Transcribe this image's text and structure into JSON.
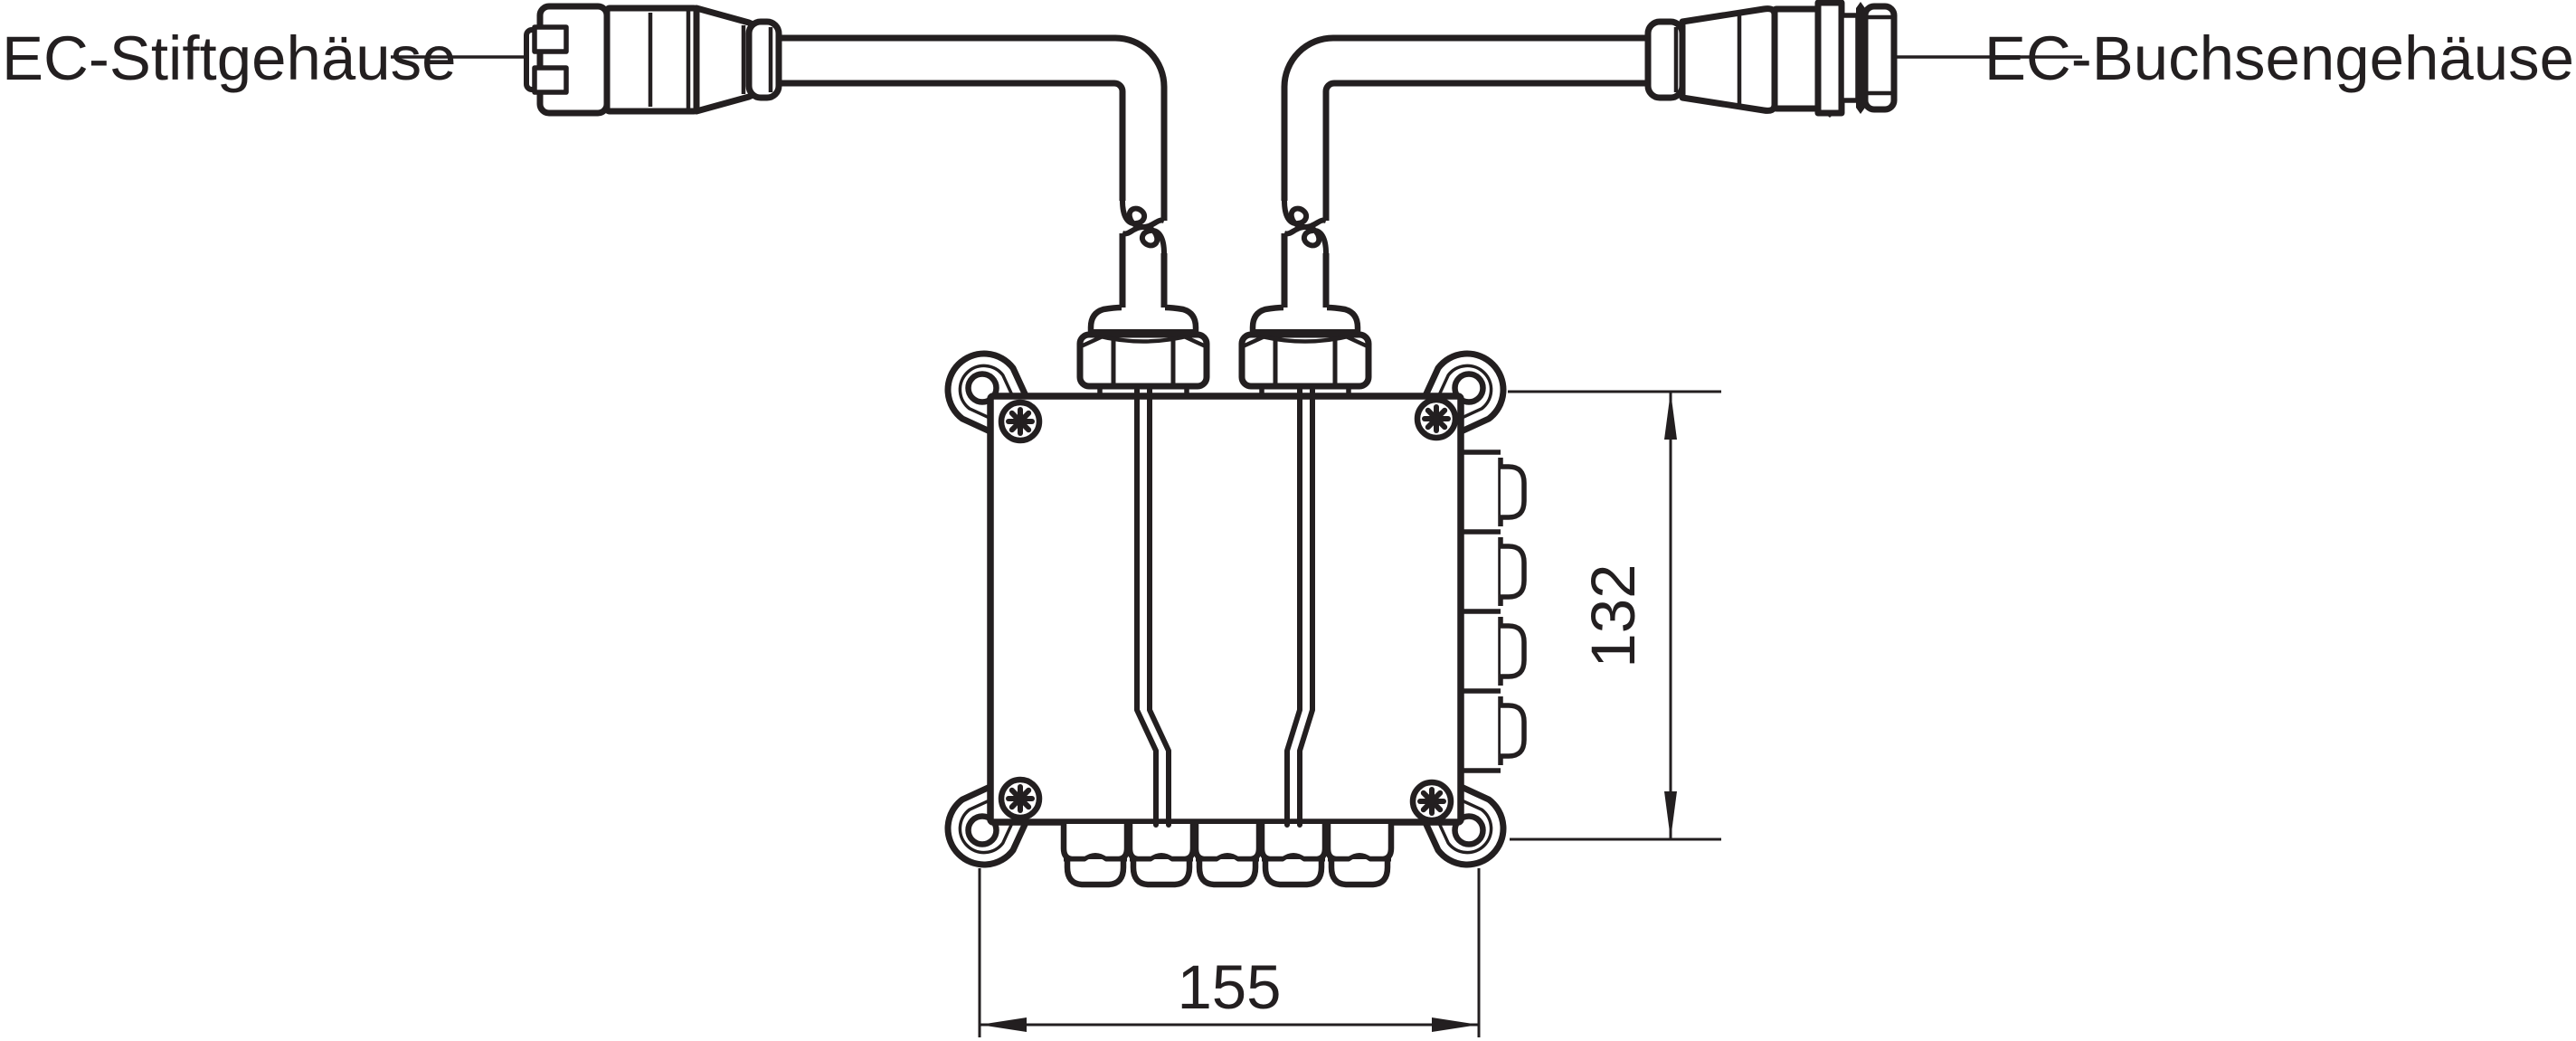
{
  "diagram": {
    "labels": {
      "pin_housing": "EC-Stiftgehäuse",
      "socket_housing": "EC-Buchsengehäuse"
    },
    "dimensions": {
      "width": "155",
      "height": "132"
    },
    "colors": {
      "line": "#231f20",
      "background": "#ffffff"
    }
  }
}
